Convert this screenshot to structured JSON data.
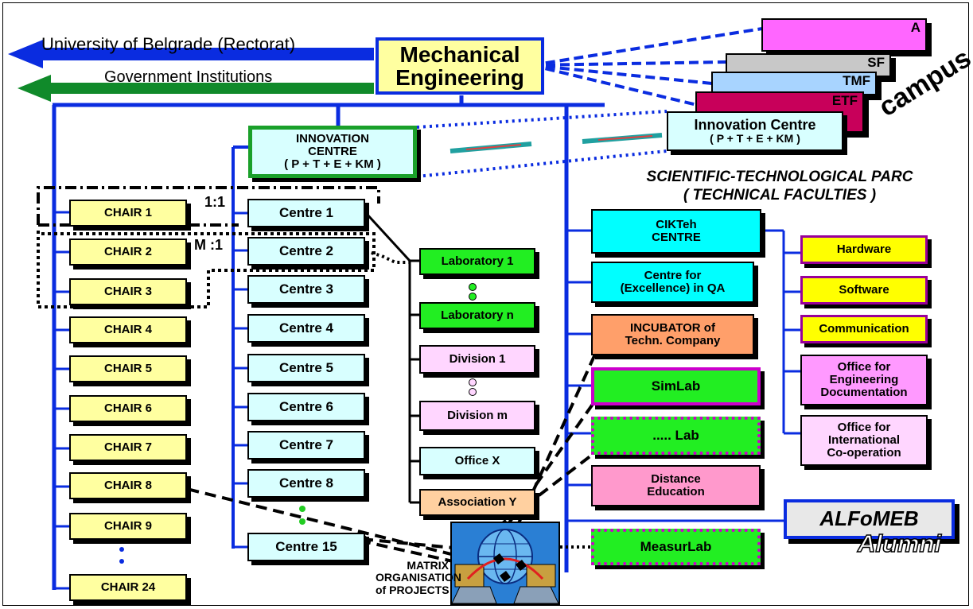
{
  "title": "Mechanical Engineering",
  "external": {
    "university": "University of Belgrade (Rectorat)",
    "government": "Government Institutions"
  },
  "campus": {
    "label": "campus",
    "faculties": [
      "A",
      "SF",
      "TMF",
      "ETF"
    ],
    "innovation_centre_line1": "Innovation Centre",
    "innovation_centre_line2": "( P + T + E + KM )"
  },
  "innovation_centre": {
    "line1": "INNOVATION",
    "line2": "CENTRE",
    "line3": "( P + T + E + KM )"
  },
  "chairs": [
    "CHAIR 1",
    "CHAIR 2",
    "CHAIR 3",
    "CHAIR 4",
    "CHAIR 5",
    "CHAIR 6",
    "CHAIR 7",
    "CHAIR 8",
    "CHAIR 9",
    "CHAIR 24"
  ],
  "centres": [
    "Centre 1",
    "Centre 2",
    "Centre 3",
    "Centre 4",
    "Centre 5",
    "Centre 6",
    "Centre 7",
    "Centre 8",
    "Centre 15"
  ],
  "ratios": {
    "one_to_one": "1:1",
    "many_to_one": "M :1"
  },
  "units": {
    "lab1": "Laboratory 1",
    "labn": "Laboratory n",
    "div1": "Division 1",
    "divm": "Division m",
    "office": "Office  X",
    "association": "Association Y"
  },
  "park": {
    "title_line1": "SCIENTIFIC-TECHNOLOGICAL PARC",
    "title_line2": "( TECHNICAL FACULTIES )",
    "cikteh_line1": "CIKTeh",
    "cikteh_line2": "CENTRE",
    "qa_line1": "Centre for",
    "qa_line2": "(Excellence)  in QA",
    "incubator_line1": "INCUBATOR of",
    "incubator_line2": "Techn. Company",
    "simlab": "SimLab",
    "lab": "..... Lab",
    "distance_line1": "Distance",
    "distance_line2": "Education",
    "measurlab": "MeasurLab"
  },
  "cikteh_units": {
    "hardware": "Hardware",
    "software": "Software",
    "communication": "Communication",
    "office_doc_line1": "Office for",
    "office_doc_line2": "Engineering",
    "office_doc_line3": "Documentation",
    "office_int_line1": "Office for",
    "office_int_line2": "International",
    "office_int_line3": "Co-operation"
  },
  "alumni": {
    "name": "ALFoMEB",
    "label": "Alumni"
  },
  "matrix": {
    "line1": "MATRIX",
    "line2": "ORGANISATION",
    "line3": "of PROJECTS"
  },
  "colors": {
    "blue": "#0a2ce0",
    "green_arrow": "#108a2a",
    "chair_fill": "#ffffa0",
    "centre_fill": "#d8ffff",
    "lab_fill": "#22ee22",
    "division_fill": "#ffd6ff",
    "cikteh_fill": "#00ffff",
    "incubator_fill": "#ff9f6a",
    "distance_fill": "#ff99cc",
    "faculty_a": "#ff66ff",
    "faculty_sf": "#c8c8c8",
    "faculty_tmf": "#a8d4ff",
    "faculty_etf": "#c8005a",
    "magenta_border": "#cc00cc",
    "purple_border": "#990099"
  }
}
